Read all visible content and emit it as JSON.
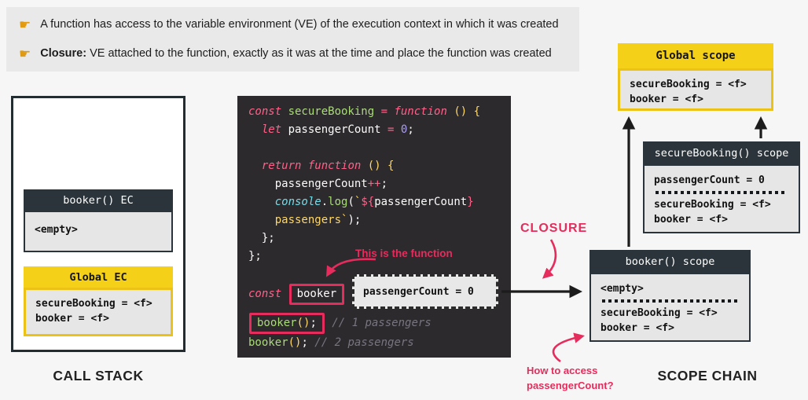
{
  "notes": {
    "icon": "☛",
    "line1": "A function has access to the variable environment (VE) of the execution context in which it was created",
    "line2_bold": "Closure:",
    "line2_rest": " VE attached to the function, exactly as it was at the time and place the function was created"
  },
  "call_stack": {
    "label": "CALL STACK",
    "booker_ec": {
      "title": "booker() EC",
      "line1": "<empty>"
    },
    "global_ec": {
      "title": "Global EC",
      "line1": "secureBooking = <f>",
      "line2": "booker = <f>"
    }
  },
  "code": {
    "lines": [
      [
        [
          "kw",
          "const "
        ],
        [
          "fn",
          "secureBooking "
        ],
        [
          "op",
          "= "
        ],
        [
          "kw",
          "function "
        ],
        [
          "str",
          "() {"
        ]
      ],
      [
        [
          "plain",
          "  "
        ],
        [
          "kw",
          "let "
        ],
        [
          "plain",
          "passengerCount "
        ],
        [
          "op",
          "= "
        ],
        [
          "num",
          "0"
        ],
        [
          "plain",
          ";"
        ]
      ],
      [],
      [
        [
          "plain",
          "  "
        ],
        [
          "kw",
          "return "
        ],
        [
          "kw",
          "function "
        ],
        [
          "str",
          "() {"
        ]
      ],
      [
        [
          "plain",
          "    passengerCount"
        ],
        [
          "op",
          "++"
        ],
        [
          "plain",
          ";"
        ]
      ],
      [
        [
          "plain",
          "    "
        ],
        [
          "builtin",
          "console"
        ],
        [
          "plain",
          "."
        ],
        [
          "fn",
          "log"
        ],
        [
          "plain",
          "("
        ],
        [
          "str",
          "`"
        ],
        [
          "op",
          "${"
        ],
        [
          "plain",
          "passengerCount"
        ],
        [
          "op",
          "}"
        ]
      ],
      [
        [
          "plain",
          "    "
        ],
        [
          "str",
          "passengers`"
        ],
        [
          "plain",
          ");"
        ]
      ],
      [
        [
          "plain",
          "  };"
        ]
      ],
      [
        [
          "plain",
          "};"
        ]
      ],
      [],
      [
        [
          "kw",
          "const "
        ],
        [
          "box",
          [
            [
              "boxtext",
              "booker"
            ]
          ]
        ],
        [
          "op",
          " ="
        ]
      ],
      [
        [
          "box",
          [
            [
              "fn",
              "booker"
            ],
            [
              "str",
              "()"
            ],
            [
              "plain",
              ";"
            ]
          ]
        ],
        [
          "cmt",
          " // 1 passengers"
        ]
      ],
      [
        [
          "fn",
          "booker"
        ],
        [
          "str",
          "()"
        ],
        [
          "plain",
          ";"
        ],
        [
          "cmt",
          " // 2 passengers"
        ]
      ]
    ]
  },
  "closure_box": {
    "text": "passengerCount = 0"
  },
  "annotations": {
    "this_is_function": "This is the function",
    "closure": "CLOSURE",
    "how_to_access_line1": "How to access",
    "how_to_access_line2": "passengerCount?"
  },
  "scope_chain": {
    "label": "SCOPE CHAIN",
    "global_scope": {
      "title": "Global scope",
      "line1": "secureBooking = <f>",
      "line2": "booker = <f>"
    },
    "securebooking_scope": {
      "title": "secureBooking() scope",
      "var_line": "passengerCount = 0",
      "line1": "secureBooking = <f>",
      "line2": "booker = <f>"
    },
    "booker_scope": {
      "title": "booker() scope",
      "var_line": "<empty>",
      "line1": "secureBooking = <f>",
      "line2": "booker = <f>"
    }
  },
  "colors": {
    "accent_yellow": "#f5d019",
    "panel_dark": "#2a343a",
    "code_background": "#2d2a2e",
    "annotation_red": "#e62c5c",
    "keyword_pink": "#ff6188",
    "function_green": "#a9dc76",
    "string_yellow": "#ffd866",
    "number_purple": "#ab9df2",
    "builtin_cyan": "#78dce8"
  }
}
